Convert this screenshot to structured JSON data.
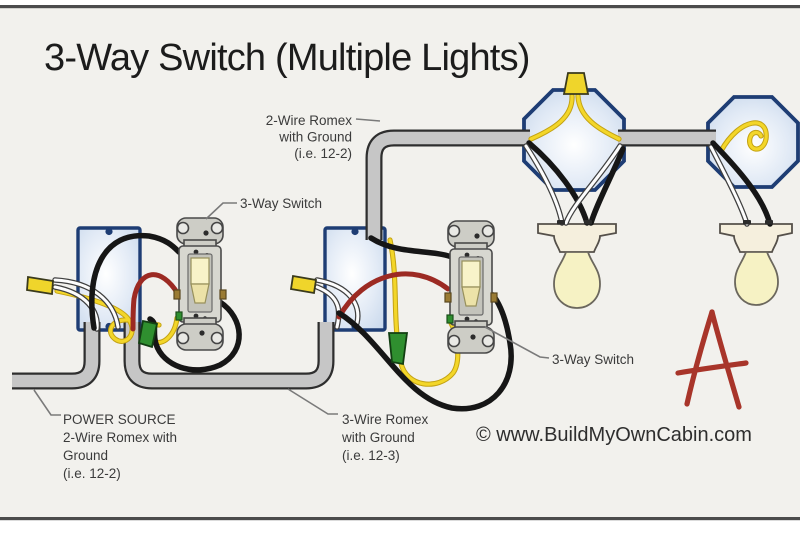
{
  "title": "3-Way Switch (Multiple Lights)",
  "annotations": {
    "romex2_top": [
      "2-Wire Romex",
      "with Ground",
      "(i.e. 12-2)"
    ],
    "switch1_label": "3-Way Switch",
    "switch2_label": "3-Way Switch",
    "power_source": [
      "POWER SOURCE",
      "2-Wire Romex with",
      "Ground",
      "(i.e. 12-2)"
    ],
    "romex3_bottom": [
      "3-Wire Romex",
      "with Ground",
      "(i.e. 12-3)"
    ],
    "grade_mark": "A",
    "copyright": "© www.BuildMyOwnCabin.com"
  },
  "colors": {
    "background": "#f2f1ed",
    "rule": "#4c4c4c",
    "box_border": "#1e3d74",
    "box_fill": "#dfe7f2",
    "romex_sheath": "#c6c6c6",
    "wire_black": "#161616",
    "wire_red": "#9c2a23",
    "wire_white": "#fdfdfd",
    "wire_yellow": "#f3d629",
    "clamp_yellow": "#efd52b",
    "wire_nut_green": "#2f8f2f",
    "switch_body": "#d7d7d0",
    "toggle_cream": "#f8f3c9",
    "bulb_fill": "#f6f2c4",
    "annotation_red": "#a8352a"
  }
}
